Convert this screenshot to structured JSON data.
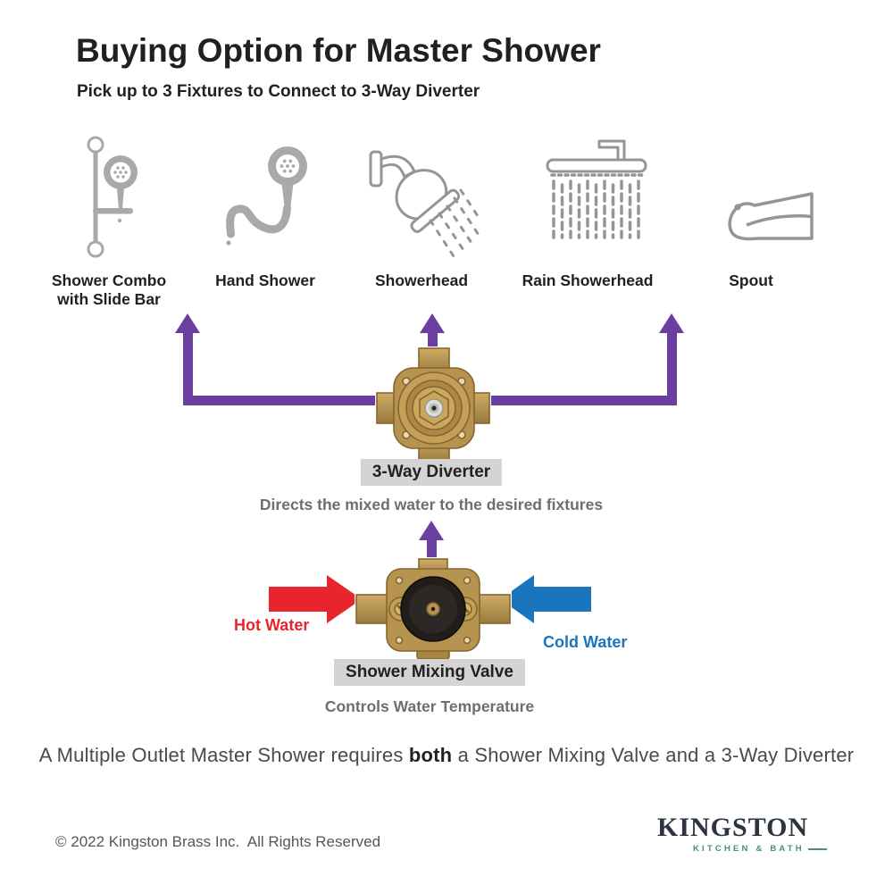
{
  "colors": {
    "purple_arrow": "#6b3fa0",
    "hot_red": "#e8242c",
    "cold_blue": "#1b75bc",
    "badge_bg": "#d4d4d4",
    "gray_caption": "#6d6e71",
    "icon_gray": "#a7a9ac",
    "icon_outline_gray": "#939598",
    "brass": "#b6934f",
    "logo_dark": "#2b3440",
    "logo_teal": "#44907e"
  },
  "header": {
    "title": "Buying Option for Master Shower",
    "subtitle": "Pick up to 3 Fixtures to Connect to 3-Way Diverter"
  },
  "fixtures": [
    {
      "label": "Shower Combo\nwith Slide Bar"
    },
    {
      "label": "Hand Shower"
    },
    {
      "label": "Showerhead"
    },
    {
      "label": "Rain Showerhead"
    },
    {
      "label": "Spout"
    }
  ],
  "diverter": {
    "label": "3-Way Diverter",
    "caption": "Directs the mixed water to the desired fixtures"
  },
  "mixing_valve": {
    "label": "Shower Mixing Valve",
    "caption": "Controls Water Temperature"
  },
  "inputs": {
    "hot": "Hot Water",
    "cold": "Cold Water"
  },
  "summary": {
    "pre": "A Multiple Outlet Master Shower requires ",
    "bold": "both",
    "post": " a Shower Mixing Valve and a 3-Way Diverter"
  },
  "footer": {
    "copyright": "© 2022 Kingston Brass Inc.  All Rights Reserved",
    "brand": "KINGSTON",
    "brand_tagline": "KITCHEN & BATH"
  }
}
